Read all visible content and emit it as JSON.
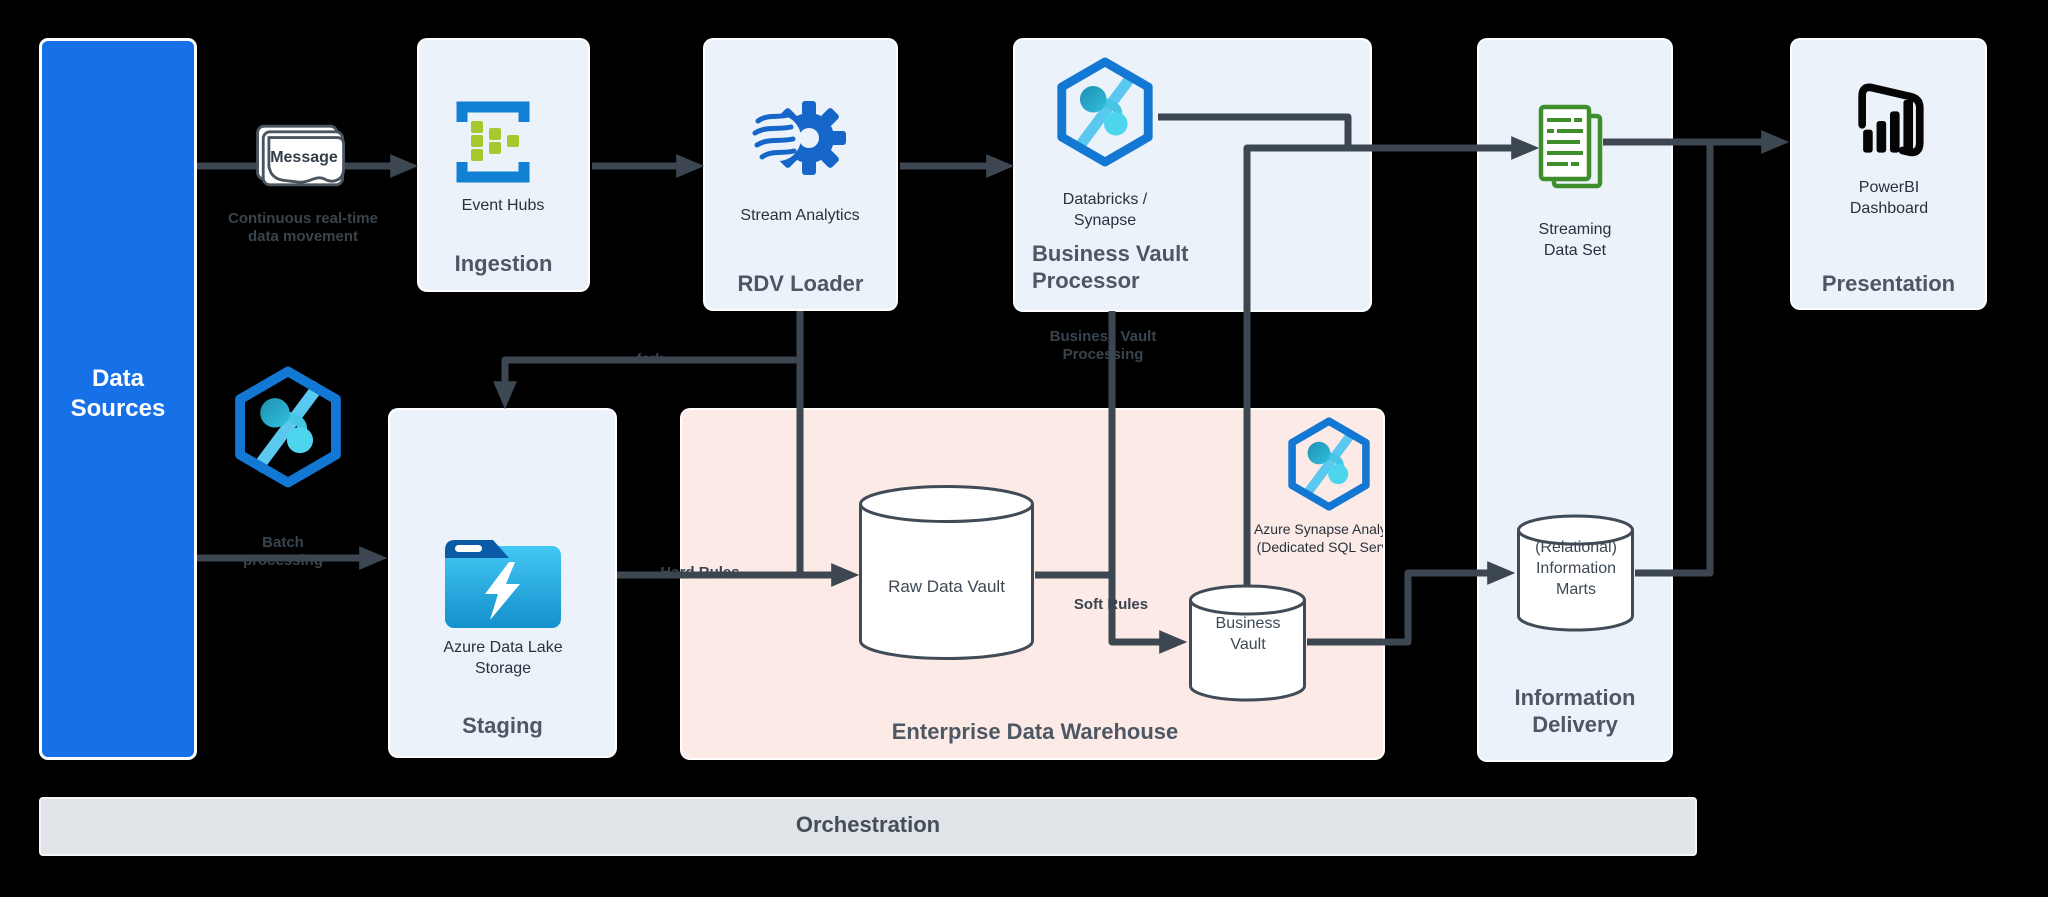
{
  "colors": {
    "accent_blue": "#1670E8",
    "box_light": "#EBF2FA",
    "box_pink": "#FCEAE7",
    "bar_gray": "#E0E3E7",
    "connector": "#3D4752",
    "synapse_blue": "#1377D4",
    "event_hubs_green": "#A6C92F",
    "dataset_green": "#3F8E2C"
  },
  "nodes": {
    "data_sources": {
      "title": "Data Sources"
    },
    "ingestion": {
      "title": "Ingestion",
      "caption": "Event Hubs"
    },
    "rdv_loader": {
      "title": "RDV Loader",
      "caption": "Stream Analytics"
    },
    "bv_processor": {
      "title": "Business Vault Processor",
      "caption": "Databricks / Synapse"
    },
    "staging": {
      "title": "Staging",
      "caption": "Azure Data Lake Storage"
    },
    "edw": {
      "title": "Enterprise Data Warehouse",
      "synapse_caption": "Azure Synapse Analytics (Dedicated SQL Server)",
      "raw_vault": "Raw Data Vault",
      "business_vault": "Business Vault"
    },
    "information_delivery": {
      "title": "Information Delivery",
      "streaming": "Streaming Data Set",
      "marts": "(Relational) Information Marts"
    },
    "presentation": {
      "title": "Presentation",
      "caption": "PowerBI Dashboard"
    },
    "orchestration": {
      "title": "Orchestration"
    }
  },
  "edge_labels": {
    "message": "Message",
    "continuous": "Continuous real-time data movement",
    "batch": "Batch processing",
    "fork": "fork",
    "hard_rules": "Hard Rules",
    "soft_rules": "Soft Rules",
    "bv_processing": "Business Vault Processing"
  }
}
